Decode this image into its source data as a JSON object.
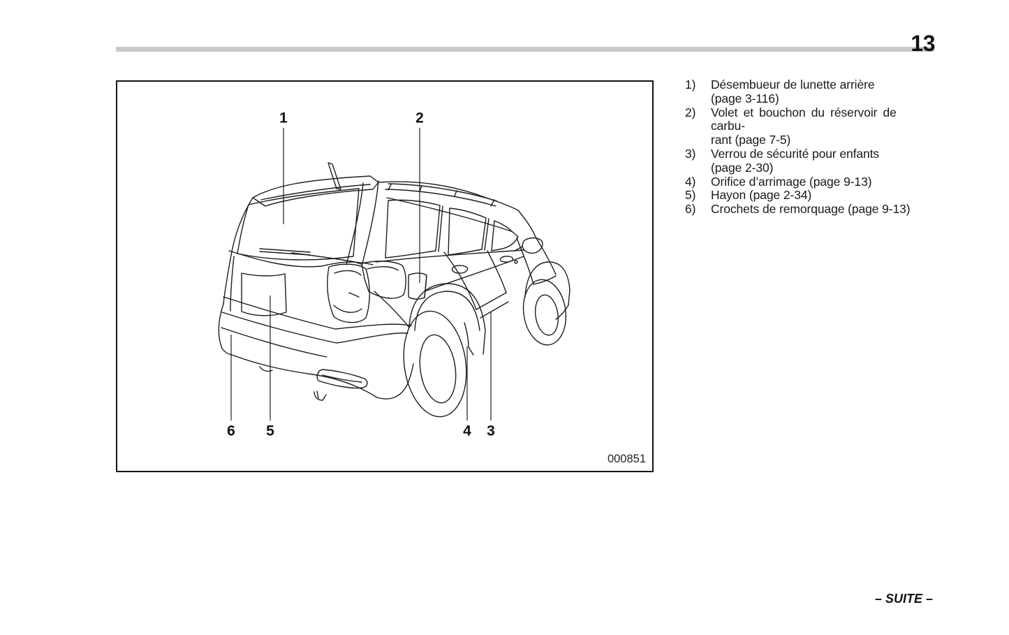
{
  "page": {
    "number": "13",
    "footer": "– SUITE –"
  },
  "figure": {
    "code": "000851",
    "illustration": "rear-three-quarter line drawing of an SUV",
    "callouts": {
      "c1": "1",
      "c2": "2",
      "c3": "3",
      "c4": "4",
      "c5": "5",
      "c6": "6"
    }
  },
  "legend": {
    "items": [
      {
        "num": "1)",
        "lines": [
          "Désembueur de lunette arrière",
          "(page 3-116)"
        ]
      },
      {
        "num": "2)",
        "lines": [
          "Volet et bouchon du réservoir de carbu-",
          "rant (page 7-5)"
        ]
      },
      {
        "num": "3)",
        "lines": [
          "Verrou de sécurité pour enfants",
          "(page 2-30)"
        ]
      },
      {
        "num": "4)",
        "lines": [
          "Orifice d’arrimage (page 9-13)"
        ]
      },
      {
        "num": "5)",
        "lines": [
          "Hayon (page 2-34)"
        ]
      },
      {
        "num": "6)",
        "lines": [
          "Crochets de remorquage (page 9-13)"
        ]
      }
    ]
  }
}
